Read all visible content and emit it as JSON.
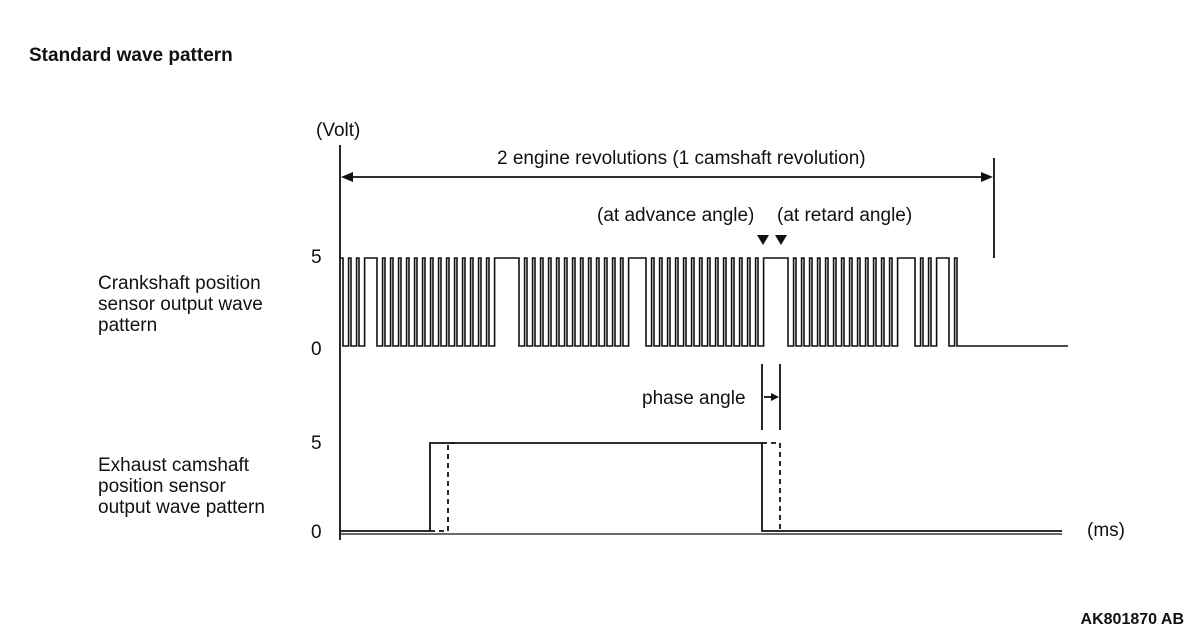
{
  "title": "Standard wave pattern",
  "figure_code": "AK801870 AB",
  "y_unit": "(Volt)",
  "x_unit": "(ms)",
  "span_label": "2 engine revolutions (1 camshaft revolution)",
  "advance_label": "(at advance angle)",
  "retard_label": "(at retard angle)",
  "phase_label": "phase angle",
  "crank": {
    "label_lines": [
      "Crankshaft position",
      "sensor output wave",
      "pattern"
    ],
    "high": "5",
    "low": "0"
  },
  "cam": {
    "label_lines": [
      "Exhaust camshaft",
      "position sensor",
      "output wave pattern"
    ],
    "high": "5",
    "low": "0"
  },
  "colors": {
    "line": "#111111",
    "background": "#ffffff"
  }
}
